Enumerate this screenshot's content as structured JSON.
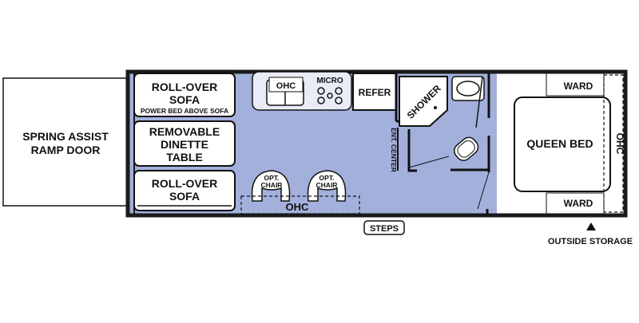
{
  "ramp_door": [
    "SPRING ASSIST",
    "RAMP DOOR"
  ],
  "sofa_top": {
    "line1": "ROLL-OVER",
    "line2": "SOFA",
    "note": "POWER BED ABOVE SOFA"
  },
  "dinette": [
    "REMOVABLE",
    "DINETTE",
    "TABLE"
  ],
  "sofa_bottom": [
    "ROLL-OVER",
    "SOFA"
  ],
  "kitchen": {
    "ohc": "OHC",
    "micro": "MICRO",
    "refer": "REFER"
  },
  "shower": "SHOWER",
  "ent_center": "ENT. CENTER",
  "chairs": {
    "line1": "OPT.",
    "line2": "CHAIR"
  },
  "ohc_floor": "OHC",
  "steps": "STEPS",
  "bedroom": {
    "ward_top": "WARD",
    "queen_bed": "QUEEN BED",
    "ohc": "OHC",
    "ward_bottom": "WARD"
  },
  "outside_storage": "OUTSIDE STORAGE",
  "colors": {
    "floor": "#a3b0dc",
    "wall": "#1a1a1a",
    "fixture": "#ffffff",
    "counter": "#e9ecf7"
  }
}
